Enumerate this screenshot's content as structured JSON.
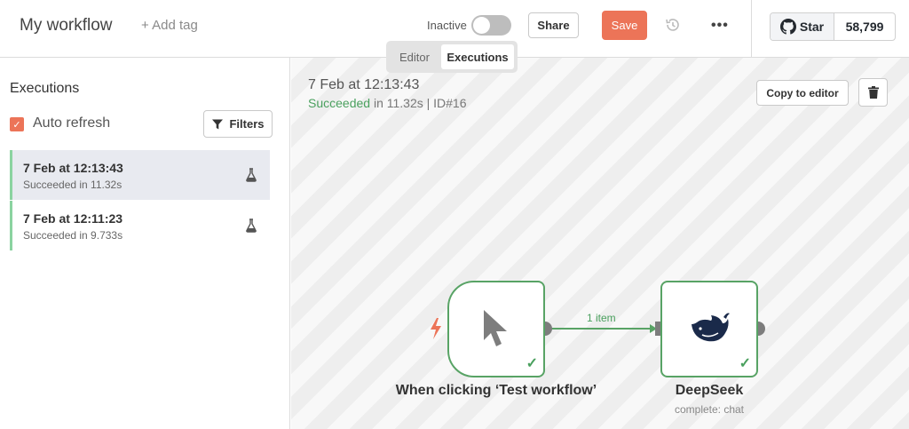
{
  "header": {
    "workflow_name": "My workflow",
    "add_tag": "+ Add tag",
    "active_label": "Inactive",
    "active": false,
    "share_label": "Share",
    "save_label": "Save",
    "more_label": "•••",
    "github": {
      "star_label": "Star",
      "count": "58,799"
    }
  },
  "tabs": [
    {
      "label": "Editor",
      "active": false
    },
    {
      "label": "Executions",
      "active": true
    }
  ],
  "sidebar": {
    "title": "Executions",
    "auto_refresh_label": "Auto refresh",
    "auto_refresh_checked": true,
    "filters_label": "Filters",
    "executions": [
      {
        "time": "7 Feb at 12:13:43",
        "status": "Succeeded in 11.32s",
        "selected": true
      },
      {
        "time": "7 Feb at 12:11:23",
        "status": "Succeeded in 9.733s",
        "selected": false
      }
    ]
  },
  "canvas": {
    "exec_time": "7 Feb at 12:13:43",
    "status_word": "Succeeded",
    "status_rest": " in 11.32s | ID#16",
    "copy_label": "Copy to editor",
    "edge_label": "1 item",
    "nodes": [
      {
        "label": "When clicking ‘Test workflow’",
        "sub": ""
      },
      {
        "label": "DeepSeek",
        "sub": "complete: chat"
      }
    ]
  },
  "colors": {
    "accent": "#ec7458",
    "success": "#4aa05e",
    "node_border": "#58a365"
  },
  "icons": [
    "history-icon",
    "github-icon",
    "filter-icon",
    "flask-icon",
    "trash-icon",
    "cursor-icon",
    "deepseek-whale-icon",
    "lightning-icon",
    "check-icon"
  ]
}
